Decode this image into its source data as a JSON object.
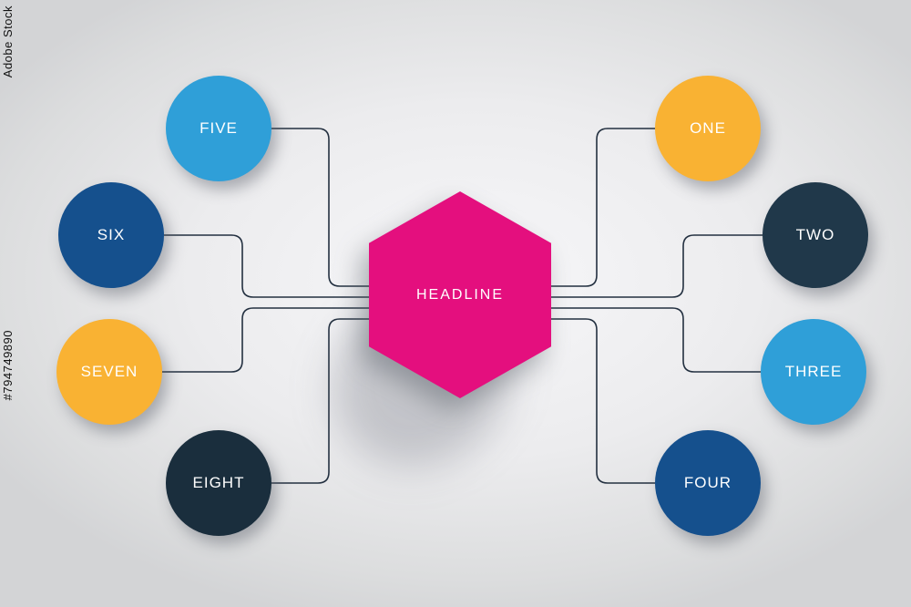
{
  "watermark": {
    "brand": "Adobe Stock",
    "asset_id": "#794749890"
  },
  "center": {
    "label": "HEADLINE",
    "color": "#e40f7e",
    "text_color": "#ffffff"
  },
  "nodes": [
    {
      "label": "ONE",
      "color": "#f9b233"
    },
    {
      "label": "TWO",
      "color": "#20384a"
    },
    {
      "label": "THREE",
      "color": "#2f9fd8"
    },
    {
      "label": "FOUR",
      "color": "#15508d"
    },
    {
      "label": "FIVE",
      "color": "#2f9fd8"
    },
    {
      "label": "SIX",
      "color": "#15508d"
    },
    {
      "label": "SEVEN",
      "color": "#f9b233"
    },
    {
      "label": "EIGHT",
      "color": "#1a2e3d"
    }
  ],
  "connector_color": "#233040"
}
